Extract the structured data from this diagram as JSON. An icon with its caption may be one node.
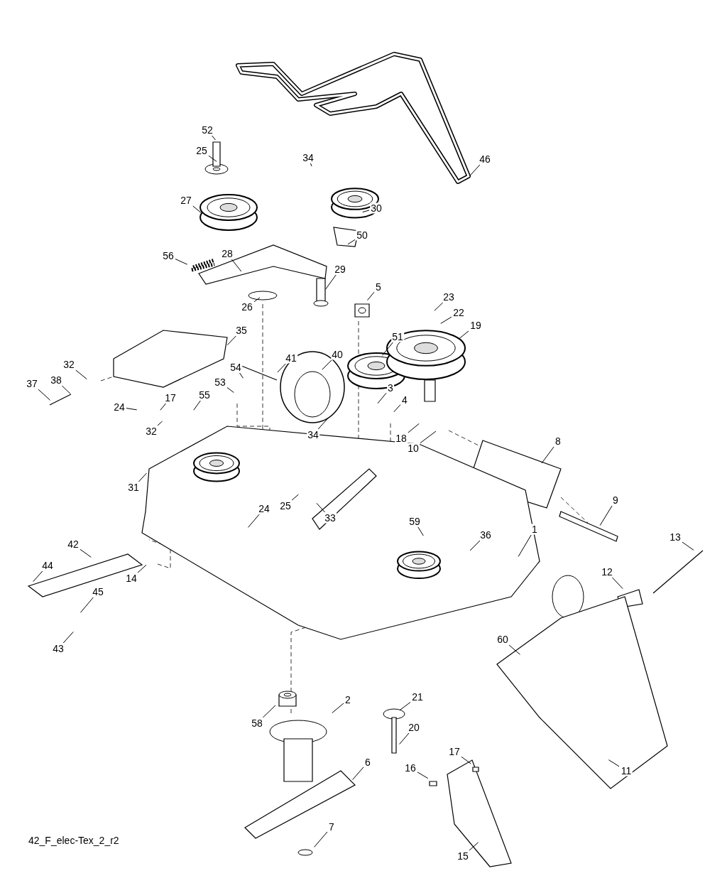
{
  "diagram": {
    "nodes": [
      {
        "text": [
          "52"
        ]
      },
      {
        "text": [
          "25"
        ]
      },
      {
        "text": [
          "27"
        ]
      },
      {
        "text": [
          "34"
        ]
      },
      {
        "text": [
          "30"
        ]
      },
      {
        "text": [
          "46"
        ]
      },
      {
        "text": [
          "50"
        ]
      },
      {
        "text": [
          "56"
        ]
      },
      {
        "text": [
          "28"
        ]
      },
      {
        "text": [
          "29"
        ]
      },
      {
        "text": [
          "26"
        ]
      },
      {
        "text": [
          "5"
        ]
      },
      {
        "text": [
          "23"
        ]
      },
      {
        "text": [
          "22"
        ]
      },
      {
        "text": [
          "19"
        ]
      },
      {
        "text": [
          "35"
        ]
      },
      {
        "text": [
          "41"
        ]
      },
      {
        "text": [
          "40"
        ]
      },
      {
        "text": [
          "51"
        ]
      },
      {
        "text": [
          "32"
        ]
      },
      {
        "text": [
          "54"
        ]
      },
      {
        "text": [
          "53"
        ]
      },
      {
        "text": [
          "37"
        ]
      },
      {
        "text": [
          "38"
        ]
      },
      {
        "text": [
          "3"
        ]
      },
      {
        "text": [
          "4"
        ]
      },
      {
        "text": [
          "34"
        ]
      },
      {
        "text": [
          "18"
        ]
      },
      {
        "text": [
          "10"
        ]
      },
      {
        "text": [
          "24"
        ]
      },
      {
        "text": [
          "17"
        ]
      },
      {
        "text": [
          "55"
        ]
      },
      {
        "text": [
          "32"
        ]
      },
      {
        "text": [
          "8"
        ]
      },
      {
        "text": [
          "31"
        ]
      },
      {
        "text": [
          "9"
        ]
      },
      {
        "text": [
          "25"
        ]
      },
      {
        "text": [
          "33"
        ]
      },
      {
        "text": [
          "24"
        ]
      },
      {
        "text": [
          "59"
        ]
      },
      {
        "text": [
          "36"
        ]
      },
      {
        "text": [
          "1"
        ]
      },
      {
        "text": [
          "13"
        ]
      },
      {
        "text": [
          "42"
        ]
      },
      {
        "text": [
          "14"
        ]
      },
      {
        "text": [
          "12"
        ]
      },
      {
        "text": [
          "44"
        ]
      },
      {
        "text": [
          "45"
        ]
      },
      {
        "text": [
          "43"
        ]
      },
      {
        "text": [
          "60"
        ]
      },
      {
        "text": [
          "21"
        ]
      },
      {
        "text": [
          "58"
        ]
      },
      {
        "text": [
          "2"
        ]
      },
      {
        "text": [
          "20"
        ]
      },
      {
        "text": [
          "6"
        ]
      },
      {
        "text": [
          "11"
        ]
      },
      {
        "text": [
          "17"
        ]
      },
      {
        "text": [
          "16"
        ]
      },
      {
        "text": [
          "7"
        ]
      },
      {
        "text": [
          "15"
        ]
      }
    ],
    "edges": [
      {
        "from": 0,
        "to": null,
        "arrow": "none"
      },
      {
        "from": 1,
        "to": null,
        "arrow": "none"
      },
      {
        "from": 2,
        "to": null,
        "arrow": "none"
      },
      {
        "from": 3,
        "to": null,
        "arrow": "none"
      },
      {
        "from": 4,
        "to": null,
        "arrow": "none"
      },
      {
        "from": 5,
        "to": null,
        "arrow": "none"
      },
      {
        "from": 6,
        "to": null,
        "arrow": "none"
      },
      {
        "from": 7,
        "to": null,
        "arrow": "none"
      },
      {
        "from": 8,
        "to": null,
        "arrow": "none"
      },
      {
        "from": 9,
        "to": null,
        "arrow": "none"
      },
      {
        "from": 10,
        "to": null,
        "arrow": "none"
      },
      {
        "from": 11,
        "to": null,
        "arrow": "none"
      },
      {
        "from": 12,
        "to": null,
        "arrow": "none"
      },
      {
        "from": 13,
        "to": null,
        "arrow": "none"
      },
      {
        "from": 14,
        "to": null,
        "arrow": "none"
      },
      {
        "from": 15,
        "to": null,
        "arrow": "none"
      },
      {
        "from": 16,
        "to": null,
        "arrow": "none"
      },
      {
        "from": 17,
        "to": null,
        "arrow": "none"
      },
      {
        "from": 18,
        "to": null,
        "arrow": "none"
      },
      {
        "from": 19,
        "to": null,
        "arrow": "none"
      },
      {
        "from": 20,
        "to": null,
        "arrow": "none"
      },
      {
        "from": 21,
        "to": null,
        "arrow": "none"
      },
      {
        "from": 22,
        "to": null,
        "arrow": "none"
      },
      {
        "from": 23,
        "to": null,
        "arrow": "none"
      },
      {
        "from": 24,
        "to": null,
        "arrow": "none"
      },
      {
        "from": 25,
        "to": null,
        "arrow": "none"
      },
      {
        "from": 26,
        "to": null,
        "arrow": "none"
      },
      {
        "from": 27,
        "to": null,
        "arrow": "none"
      },
      {
        "from": 28,
        "to": null,
        "arrow": "none"
      },
      {
        "from": 29,
        "to": null,
        "arrow": "none"
      },
      {
        "from": 30,
        "to": null,
        "arrow": "none"
      },
      {
        "from": 31,
        "to": null,
        "arrow": "none"
      },
      {
        "from": 32,
        "to": null,
        "arrow": "none"
      },
      {
        "from": 33,
        "to": null,
        "arrow": "none"
      },
      {
        "from": 34,
        "to": null,
        "arrow": "none"
      },
      {
        "from": 35,
        "to": null,
        "arrow": "none"
      },
      {
        "from": 36,
        "to": null,
        "arrow": "none"
      },
      {
        "from": 37,
        "to": null,
        "arrow": "none"
      },
      {
        "from": 38,
        "to": null,
        "arrow": "none"
      },
      {
        "from": 39,
        "to": null,
        "arrow": "none"
      },
      {
        "from": 40,
        "to": null,
        "arrow": "none"
      },
      {
        "from": 41,
        "to": null,
        "arrow": "none"
      },
      {
        "from": 42,
        "to": null,
        "arrow": "none"
      },
      {
        "from": 43,
        "to": null,
        "arrow": "none"
      },
      {
        "from": 44,
        "to": null,
        "arrow": "none"
      },
      {
        "from": 45,
        "to": null,
        "arrow": "none"
      },
      {
        "from": 46,
        "to": null,
        "arrow": "none"
      },
      {
        "from": 47,
        "to": null,
        "arrow": "none"
      },
      {
        "from": 48,
        "to": null,
        "arrow": "none"
      },
      {
        "from": 49,
        "to": null,
        "arrow": "none"
      },
      {
        "from": 50,
        "to": null,
        "arrow": "none"
      },
      {
        "from": 51,
        "to": null,
        "arrow": "none"
      },
      {
        "from": 52,
        "to": null,
        "arrow": "none"
      },
      {
        "from": 53,
        "to": null,
        "arrow": "none"
      },
      {
        "from": 54,
        "to": null,
        "arrow": "none"
      },
      {
        "from": 55,
        "to": null,
        "arrow": "none"
      },
      {
        "from": 56,
        "to": null,
        "arrow": "none"
      },
      {
        "from": 57,
        "to": null,
        "arrow": "none"
      },
      {
        "from": 58,
        "to": null,
        "arrow": "none"
      },
      {
        "from": 59,
        "to": null,
        "arrow": "none"
      }
    ],
    "labels": [
      "42_F_elec-Tex_2_r2"
    ]
  }
}
